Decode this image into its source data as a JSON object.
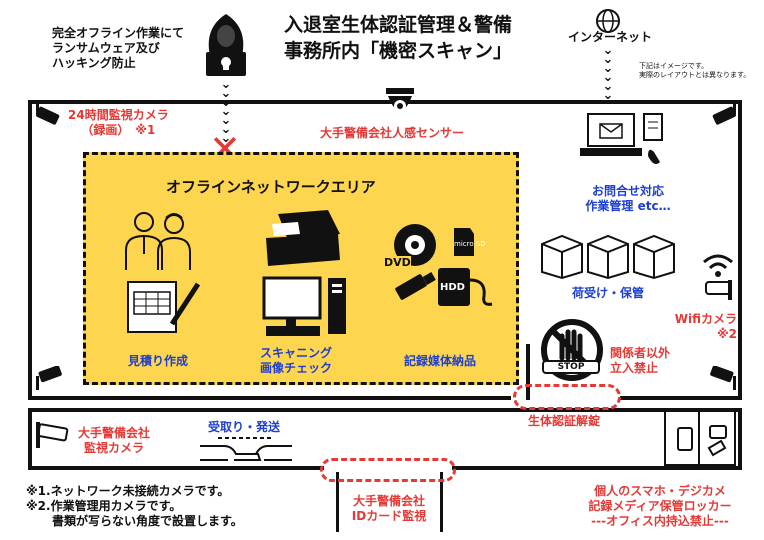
{
  "title": {
    "line1": "入退室生体認証管理＆警備",
    "line2": "事務所内「機密スキャン」"
  },
  "hacker_note": {
    "line1": "完全オフライン作業にて",
    "line2": "ランサムウェア及び",
    "line3": "ハッキング防止"
  },
  "internet_label": "インターネット",
  "disclaimer": {
    "line1": "下記はイメージです。",
    "line2": "実際のレイアウトとは異なります。"
  },
  "camera_24h": {
    "line1": "24時間監視カメラ",
    "line2": "（録画）　※1"
  },
  "sensor_label": "大手警備会社人感センサー",
  "zone_title": "オフラインネットワークエリア",
  "work_items": {
    "estimate": "見積り作成",
    "scanning_line1": "スキャニング",
    "scanning_line2": "画像チェック",
    "media_delivery": "記録媒体納品"
  },
  "media_labels": {
    "dvd": "DVD",
    "microsd": "micro SD",
    "hdd": "HDD"
  },
  "inquiry": {
    "line1": "お問合せ対応",
    "line2": "作業管理 etc…"
  },
  "receiving_label": "荷受け・保管",
  "wifi_camera": {
    "line1": "Wifiカメラ",
    "line2": "※2"
  },
  "no_entry": {
    "line1": "関係者以外",
    "line2": "立入禁止",
    "stop": "STOP"
  },
  "biometric_label": "生体認証解錠",
  "security_camera": {
    "line1": "大手警備会社",
    "line2": "監視カメラ"
  },
  "handover_label": "受取り・発送",
  "id_check": {
    "line1": "大手警備会社",
    "line2": "IDカード監視"
  },
  "notes": {
    "n1": "※1.ネットワーク未接続カメラです。",
    "n2": "※2.作業管理用カメラです。",
    "n3": "書類が写らない角度で設置します。"
  },
  "locker": {
    "line1": "個人のスマホ・デジカメ",
    "line2": "記録メディア保管ロッカー",
    "line3": "---オフィス内持込禁止---"
  },
  "colors": {
    "accent_red": "#e53935",
    "accent_blue": "#1e3fd1",
    "zone_yellow": "#fdd54e"
  }
}
